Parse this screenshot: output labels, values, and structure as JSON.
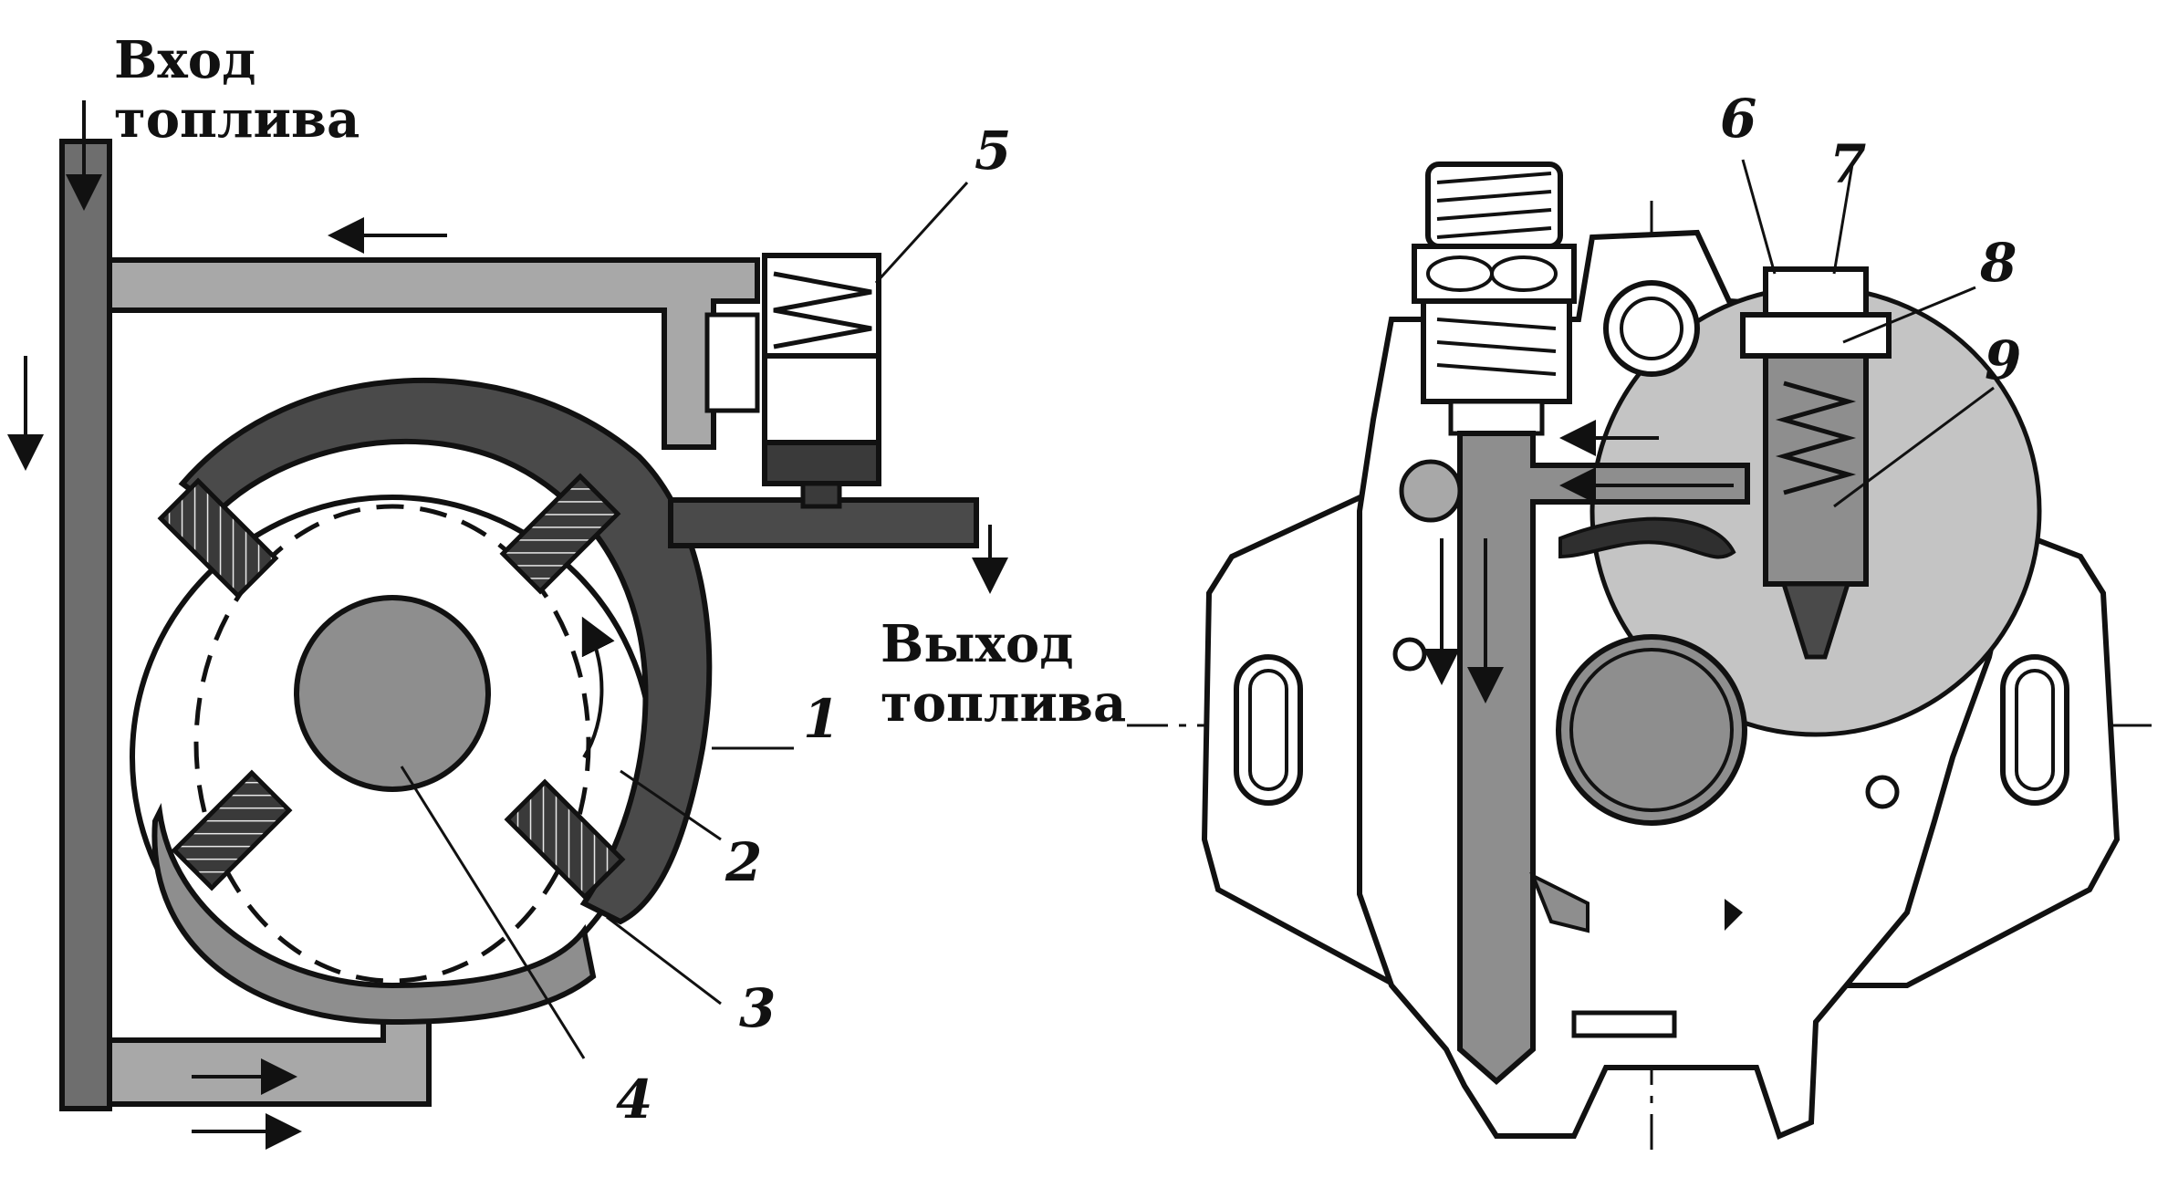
{
  "labels": {
    "fuel_in_line1": "Вход",
    "fuel_in_line2": "топлива",
    "fuel_out_line1": "Выход",
    "fuel_out_line2": "топлива"
  },
  "callouts": [
    "1",
    "2",
    "3",
    "4",
    "5",
    "6",
    "7",
    "8",
    "9"
  ],
  "colors": {
    "ink": "#111111",
    "dark_fill": "#4a4a4a",
    "mid_fill": "#8e8e8e",
    "light_fill": "#b4b4b4",
    "paper": "#ffffff"
  }
}
